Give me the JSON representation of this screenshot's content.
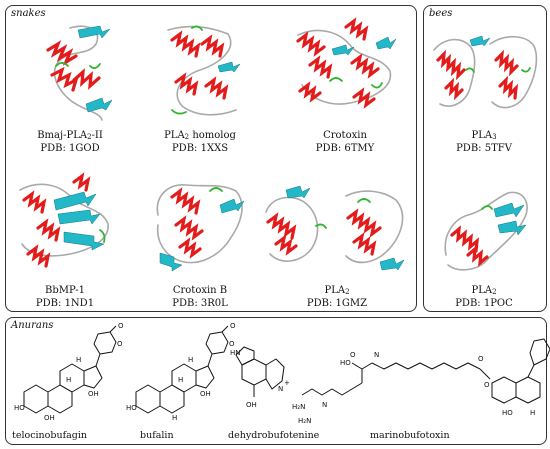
{
  "panels": {
    "snakes": {
      "title": "snakes",
      "proteins": [
        {
          "name_main": "Bmaj-PLA",
          "name_sub": "2",
          "name_suffix": "-II",
          "pdb": "PDB: 1GOD"
        },
        {
          "name_main": "PLA",
          "name_sub": "2",
          "name_suffix": " homolog",
          "pdb": "PDB: 1XXS"
        },
        {
          "name_main": "Crotoxin",
          "name_sub": "",
          "name_suffix": "",
          "pdb": "PDB: 6TMY"
        },
        {
          "name_main": "BbMP-1",
          "name_sub": "",
          "name_suffix": "",
          "pdb": "PDB: 1ND1"
        },
        {
          "name_main": "Crotoxin B",
          "name_sub": "",
          "name_suffix": "",
          "pdb": "PDB: 3R0L"
        },
        {
          "name_main": "PLA",
          "name_sub": "2",
          "name_suffix": "",
          "pdb": "PDB: 1GMZ"
        }
      ]
    },
    "bees": {
      "title": "bees",
      "proteins": [
        {
          "name_main": "PLA",
          "name_sub": "3",
          "name_suffix": "",
          "pdb": "PDB: 5TFV"
        },
        {
          "name_main": "PLA",
          "name_sub": "2",
          "name_suffix": "",
          "pdb": "PDB: 1POC"
        }
      ]
    },
    "anurans": {
      "title": "Anurans",
      "molecules": [
        "telocinobufagin",
        "bufalin",
        "dehydrobufotenine",
        "marinobufotoxin"
      ]
    }
  },
  "colors": {
    "helix": "#e31b1b",
    "sheet": "#22b8c8",
    "coil": "#a9a9a9",
    "turn": "#31b531",
    "border": "#333333"
  }
}
